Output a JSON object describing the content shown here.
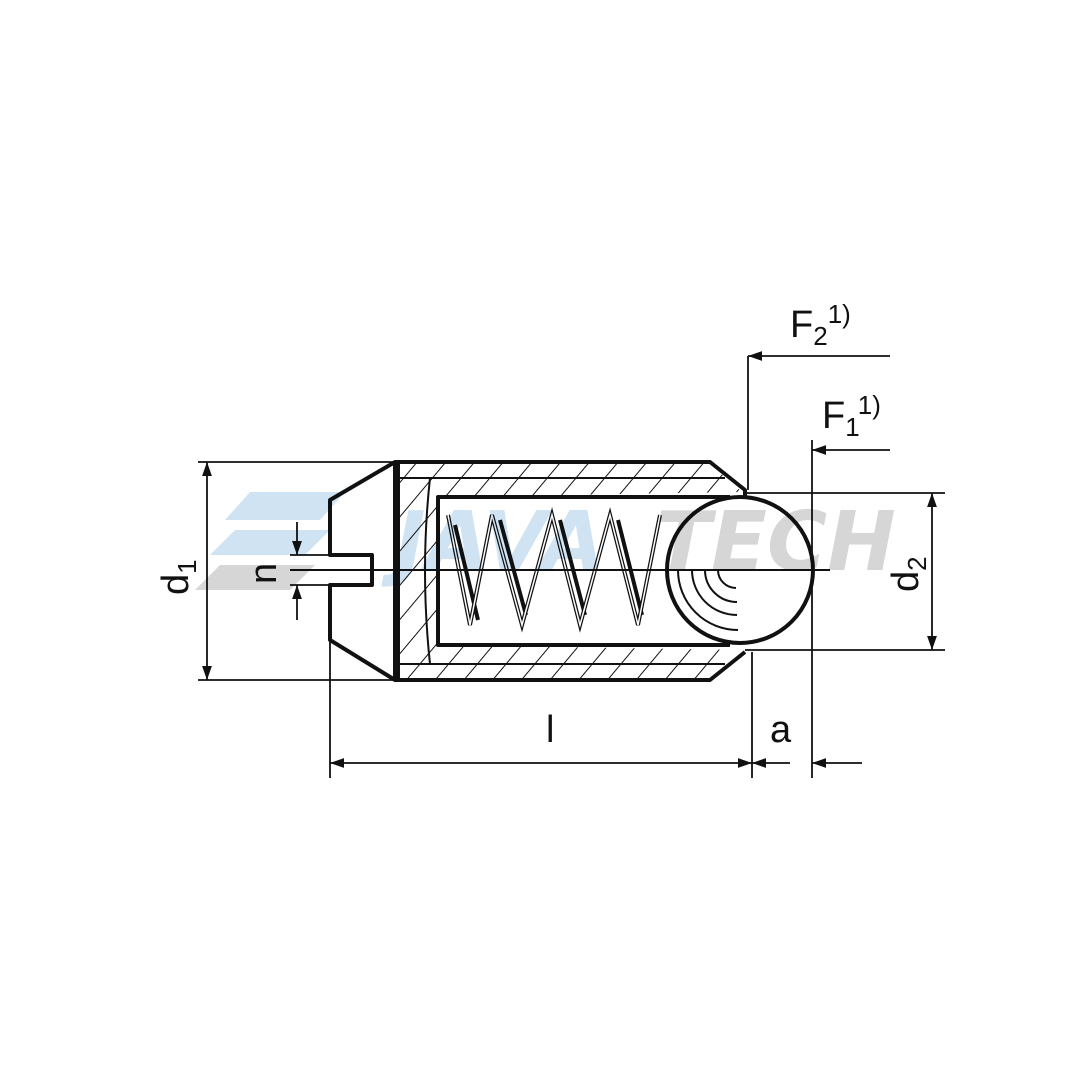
{
  "watermark": {
    "text": "JAVATECH",
    "colors": {
      "blue": "#cfe3f3",
      "gray": "#d6d6d6"
    }
  },
  "labels": {
    "d1": "d",
    "d1_sub": "1",
    "d2": "d",
    "d2_sub": "2",
    "n": "n",
    "l": "l",
    "a": "a",
    "F1": "F",
    "F1_sub": "1",
    "F1_note": "1)",
    "F2": "F",
    "F2_sub": "2",
    "F2_note": "1)"
  }
}
